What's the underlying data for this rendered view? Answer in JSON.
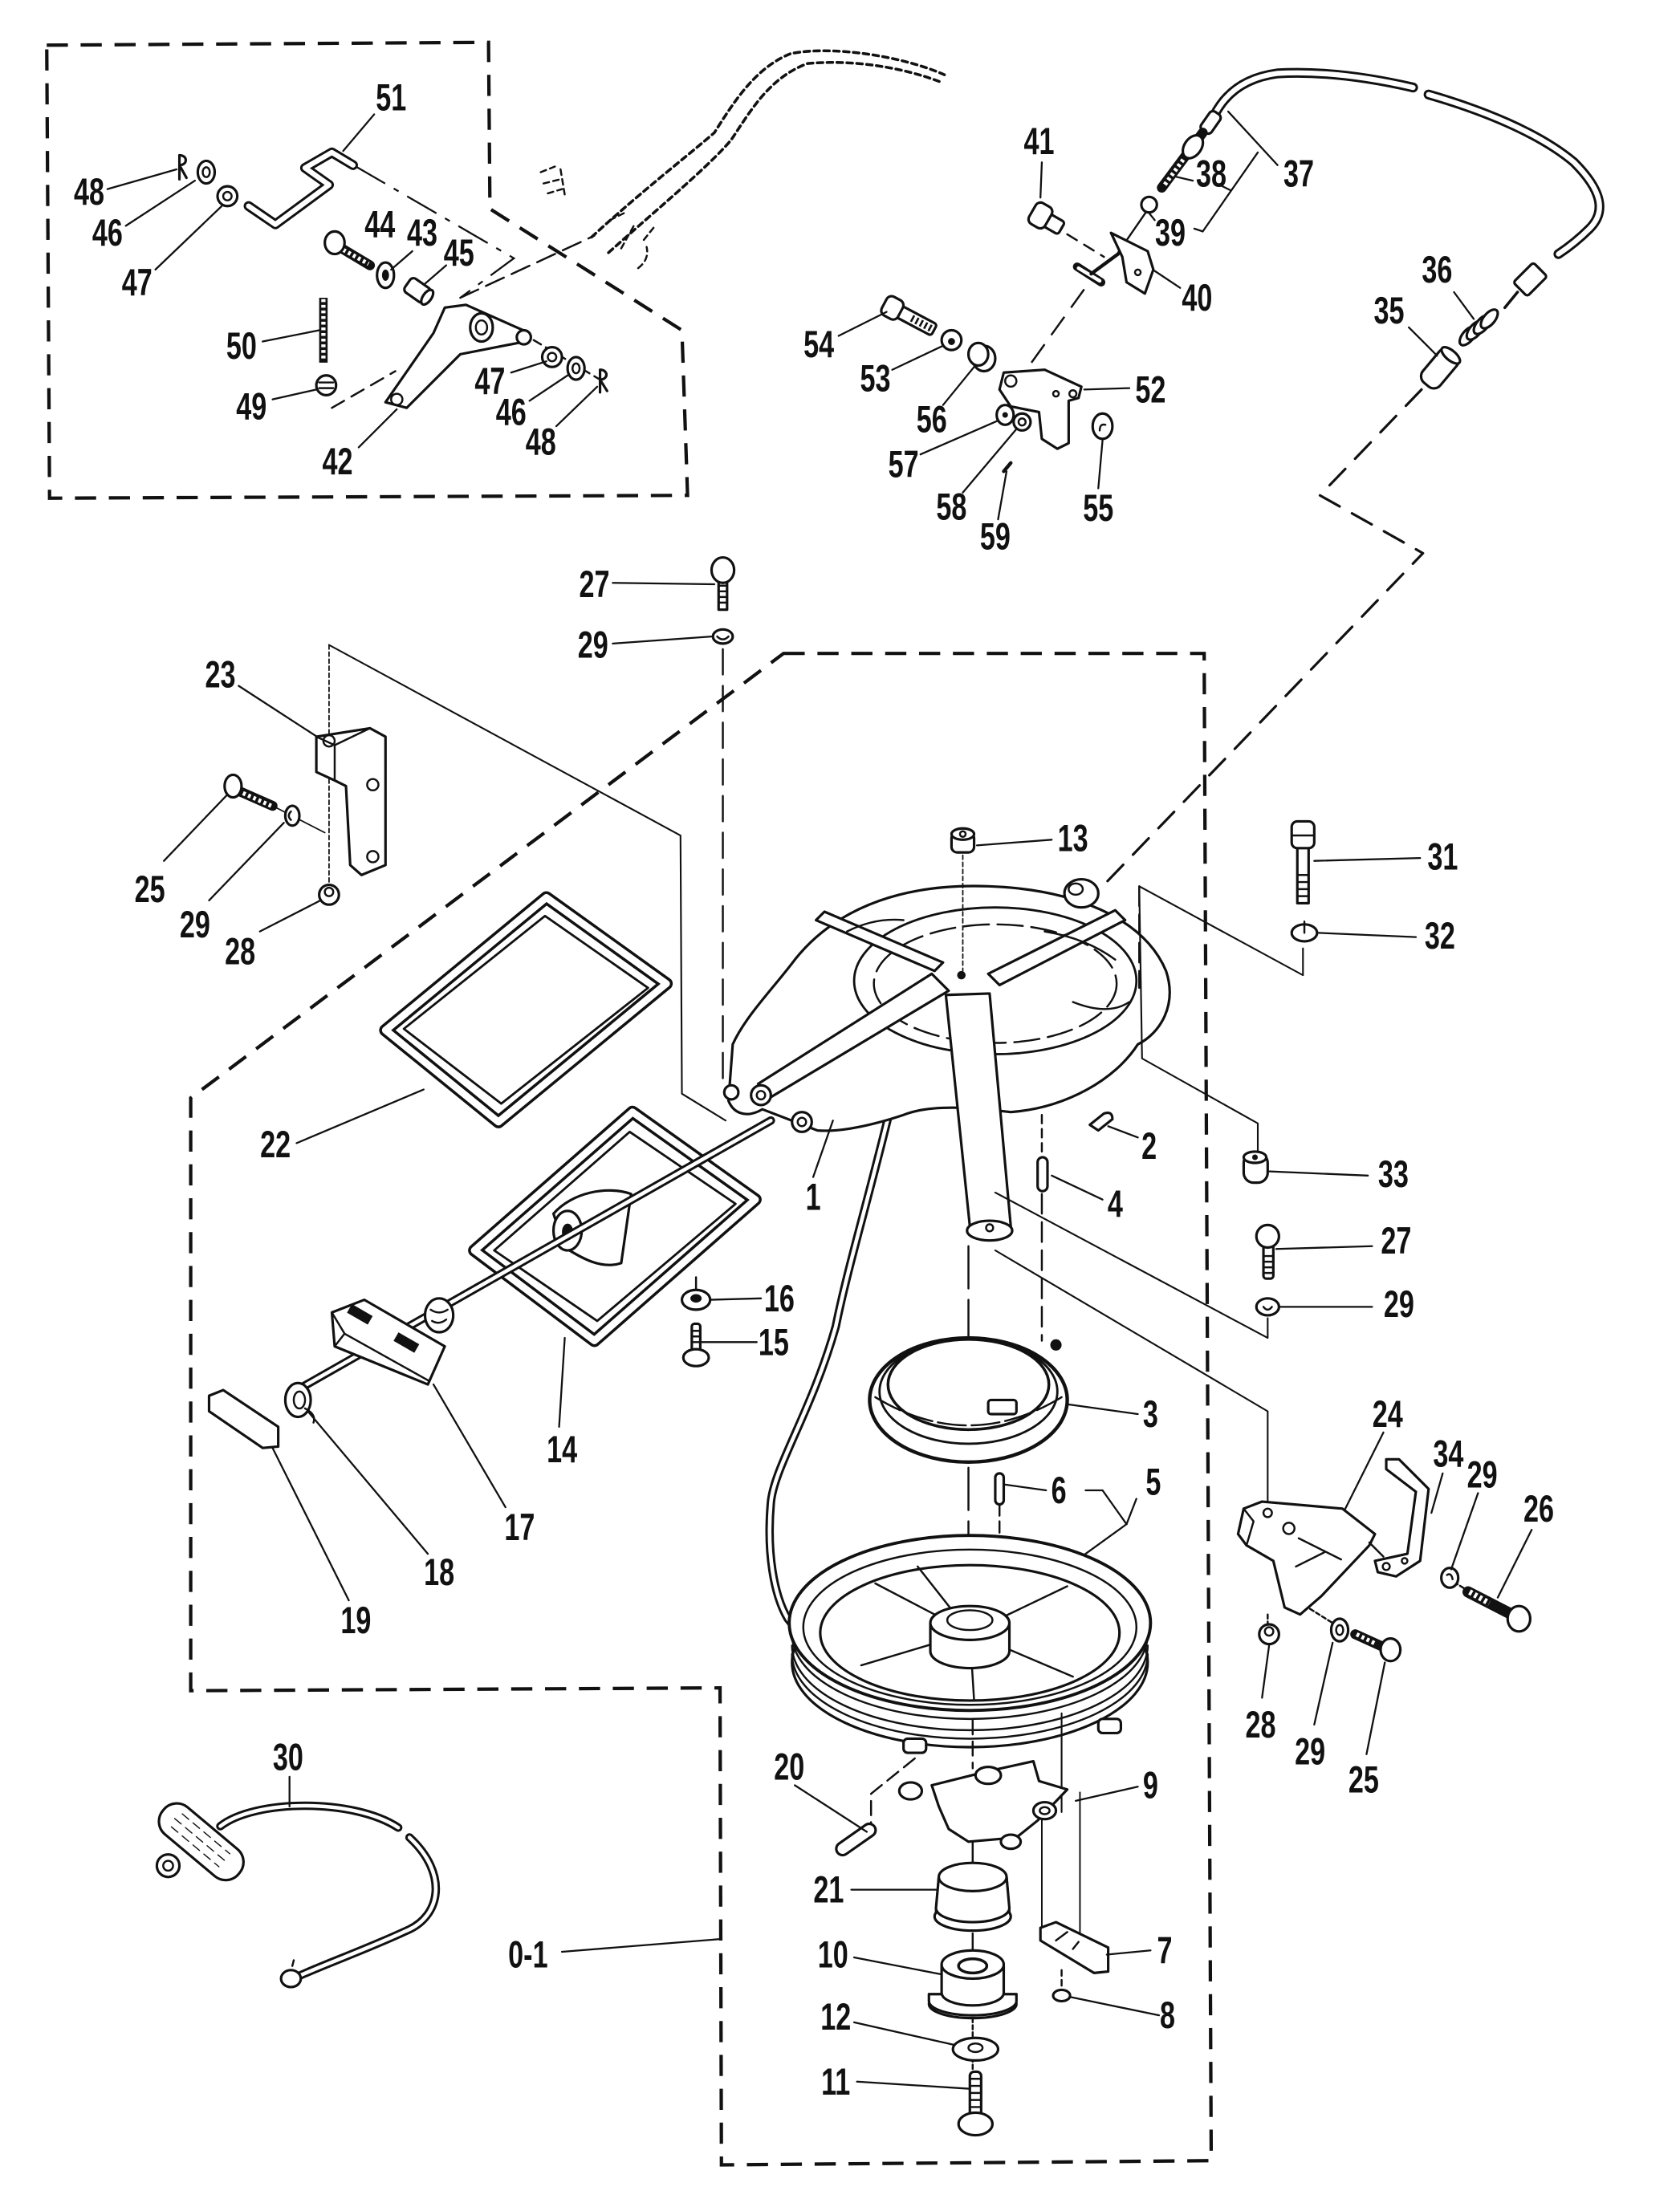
{
  "colors": {
    "ink": "#111111",
    "paper": "#ffffff"
  },
  "callouts": {
    "linkage_box": [
      "51",
      "48",
      "46",
      "47",
      "44",
      "43",
      "45",
      "50",
      "49",
      "42",
      "47",
      "46",
      "48"
    ],
    "cable_bracket": [
      "41",
      "38",
      "39",
      "37",
      "40",
      "36",
      "35",
      "54",
      "53",
      "52",
      "56",
      "57",
      "58",
      "59",
      "55"
    ],
    "mount_left": [
      "27",
      "29",
      "23",
      "25",
      "29",
      "28"
    ],
    "mount_right": [
      "13",
      "31",
      "32",
      "33",
      "27",
      "29",
      "24",
      "34",
      "29",
      "26",
      "28",
      "29",
      "25"
    ],
    "rope_handle": [
      "22",
      "14",
      "16",
      "15",
      "17",
      "18",
      "19",
      "30"
    ],
    "starter": [
      "1",
      "2",
      "4",
      "3",
      "6",
      "5",
      "20",
      "9",
      "21",
      "10",
      "7",
      "12",
      "8",
      "11"
    ],
    "assembly": [
      "0-1"
    ]
  }
}
